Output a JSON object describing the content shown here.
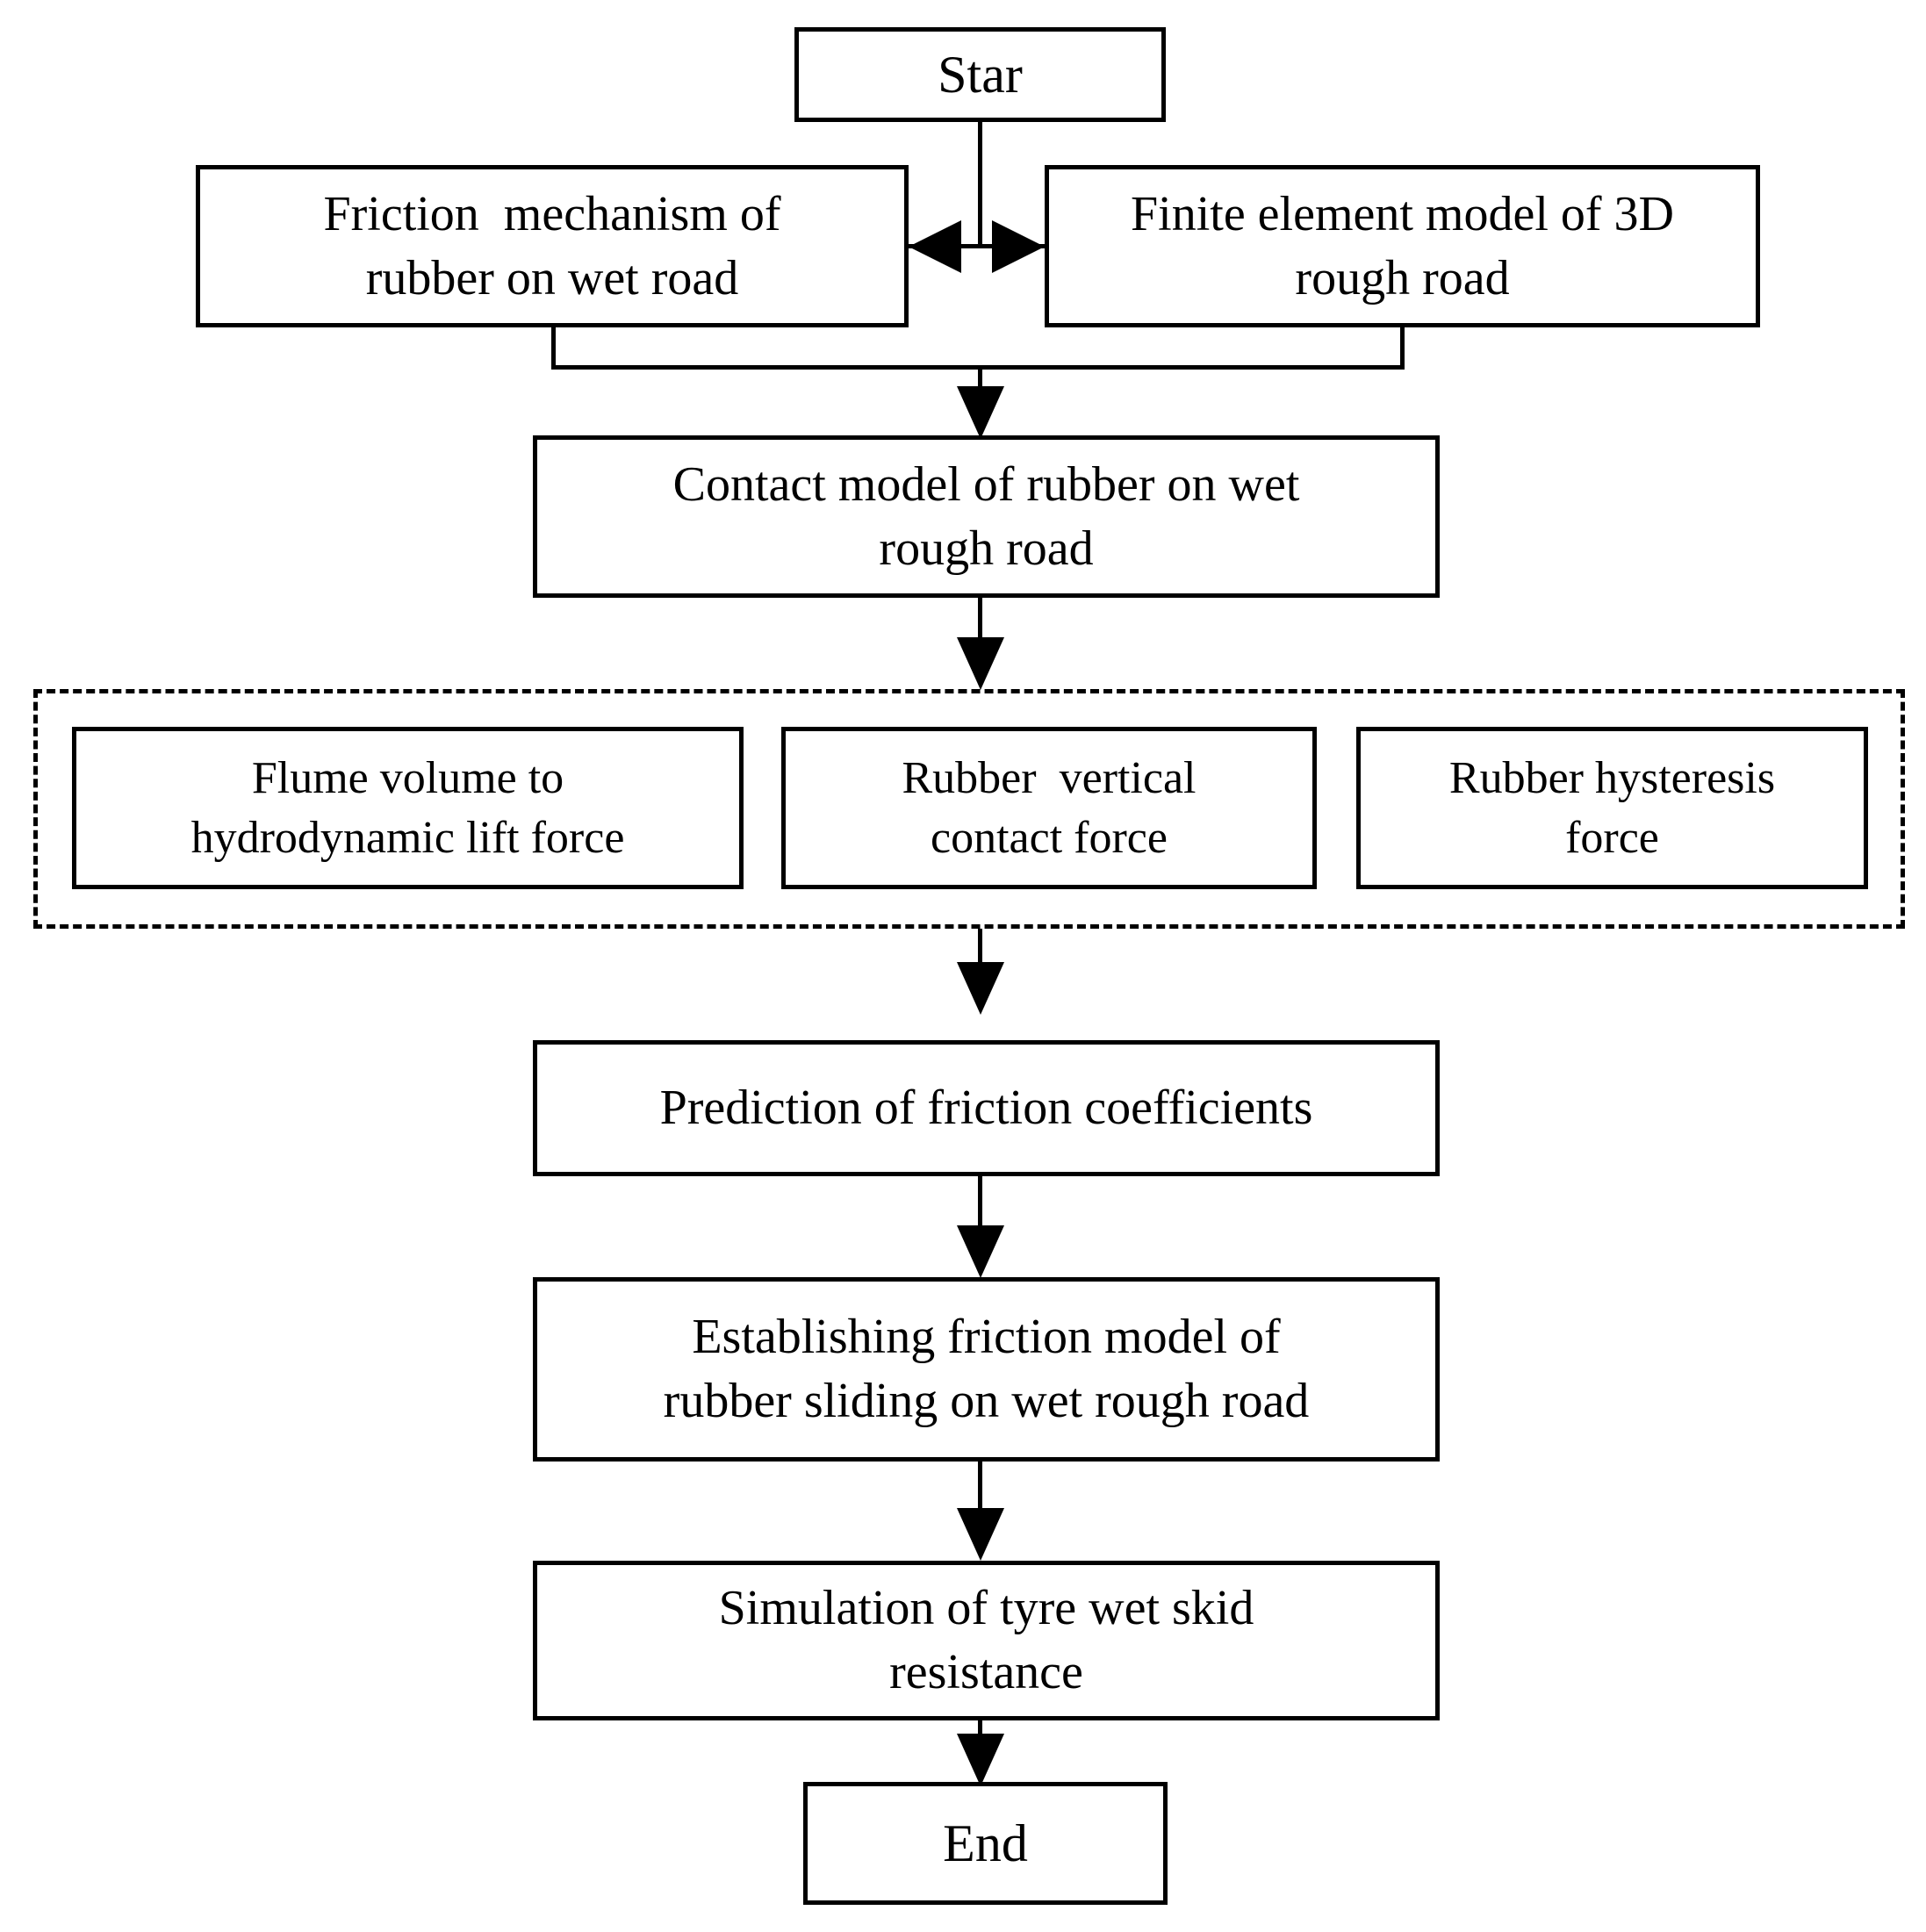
{
  "diagram": {
    "title": "Flowchart of rubber wet road friction modelling",
    "type": "flowchart",
    "background_color": "#ffffff",
    "line_color": "#000000",
    "nodes": {
      "start": {
        "label": "Star"
      },
      "friction_mechanism": {
        "label": "Friction  mechanism of\nrubber on wet road"
      },
      "finite_element": {
        "label": "Finite element model of 3D\nrough road"
      },
      "contact_model": {
        "label": "Contact model of rubber on wet\nrough road"
      },
      "flume_volume": {
        "label": "Flume volume to\nhydrodynamic lift force"
      },
      "rubber_vertical": {
        "label": "Rubber  vertical\ncontact force"
      },
      "rubber_hysteresis": {
        "label": "Rubber hysteresis\nforce"
      },
      "prediction": {
        "label": "Prediction of friction coefficients"
      },
      "establishing": {
        "label": "Establishing friction model of\nrubber sliding on wet rough road"
      },
      "simulation": {
        "label": "Simulation of tyre wet skid\nresistance"
      },
      "end": {
        "label": "End"
      }
    },
    "groups": {
      "force_components": {
        "style": "dashed",
        "member_count": 3
      }
    },
    "connectors": [
      {
        "from": "start",
        "to": "friction_mechanism",
        "style": "arrow"
      },
      {
        "from": "start",
        "to": "finite_element",
        "style": "arrow"
      },
      {
        "from": "friction_mechanism",
        "to": "finite_element",
        "style": "double-arrow"
      },
      {
        "from": "friction_mechanism",
        "to": "contact_model",
        "style": "arrow"
      },
      {
        "from": "finite_element",
        "to": "contact_model",
        "style": "arrow"
      },
      {
        "from": "contact_model",
        "to": "force_components",
        "style": "arrow"
      },
      {
        "from": "force_components",
        "to": "prediction",
        "style": "arrow"
      },
      {
        "from": "prediction",
        "to": "establishing",
        "style": "arrow"
      },
      {
        "from": "establishing",
        "to": "simulation",
        "style": "arrow"
      },
      {
        "from": "simulation",
        "to": "end",
        "style": "arrow"
      }
    ]
  }
}
